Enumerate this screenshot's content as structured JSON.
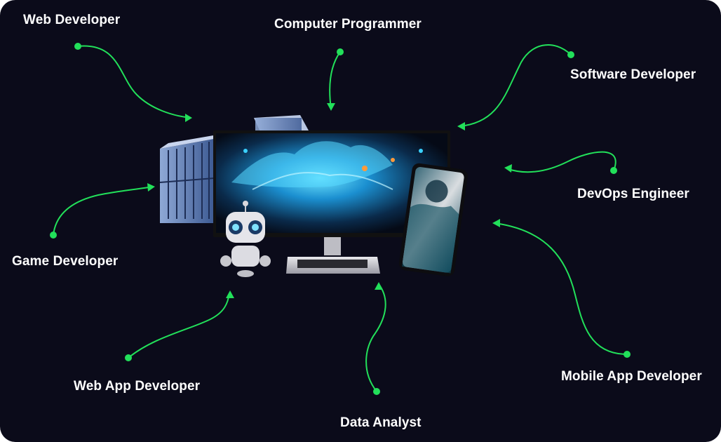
{
  "diagram": {
    "roles": [
      {
        "id": "web-developer",
        "label": "Web Developer"
      },
      {
        "id": "computer-programmer",
        "label": "Computer Programmer"
      },
      {
        "id": "software-developer",
        "label": "Software Developer"
      },
      {
        "id": "devops-engineer",
        "label": "DevOps Engineer"
      },
      {
        "id": "game-developer",
        "label": "Game Developer"
      },
      {
        "id": "mobile-app-developer",
        "label": "Mobile App Developer"
      },
      {
        "id": "web-app-developer",
        "label": "Web App Developer"
      },
      {
        "id": "data-analyst",
        "label": "Data Analyst"
      }
    ],
    "center_devices": [
      "server-rack-icon",
      "desktop-monitor-icon",
      "smartphone-icon",
      "robot-icon"
    ],
    "colors": {
      "background": "#0b0b1a",
      "connector": "#22e05a",
      "text": "#ffffff"
    }
  }
}
